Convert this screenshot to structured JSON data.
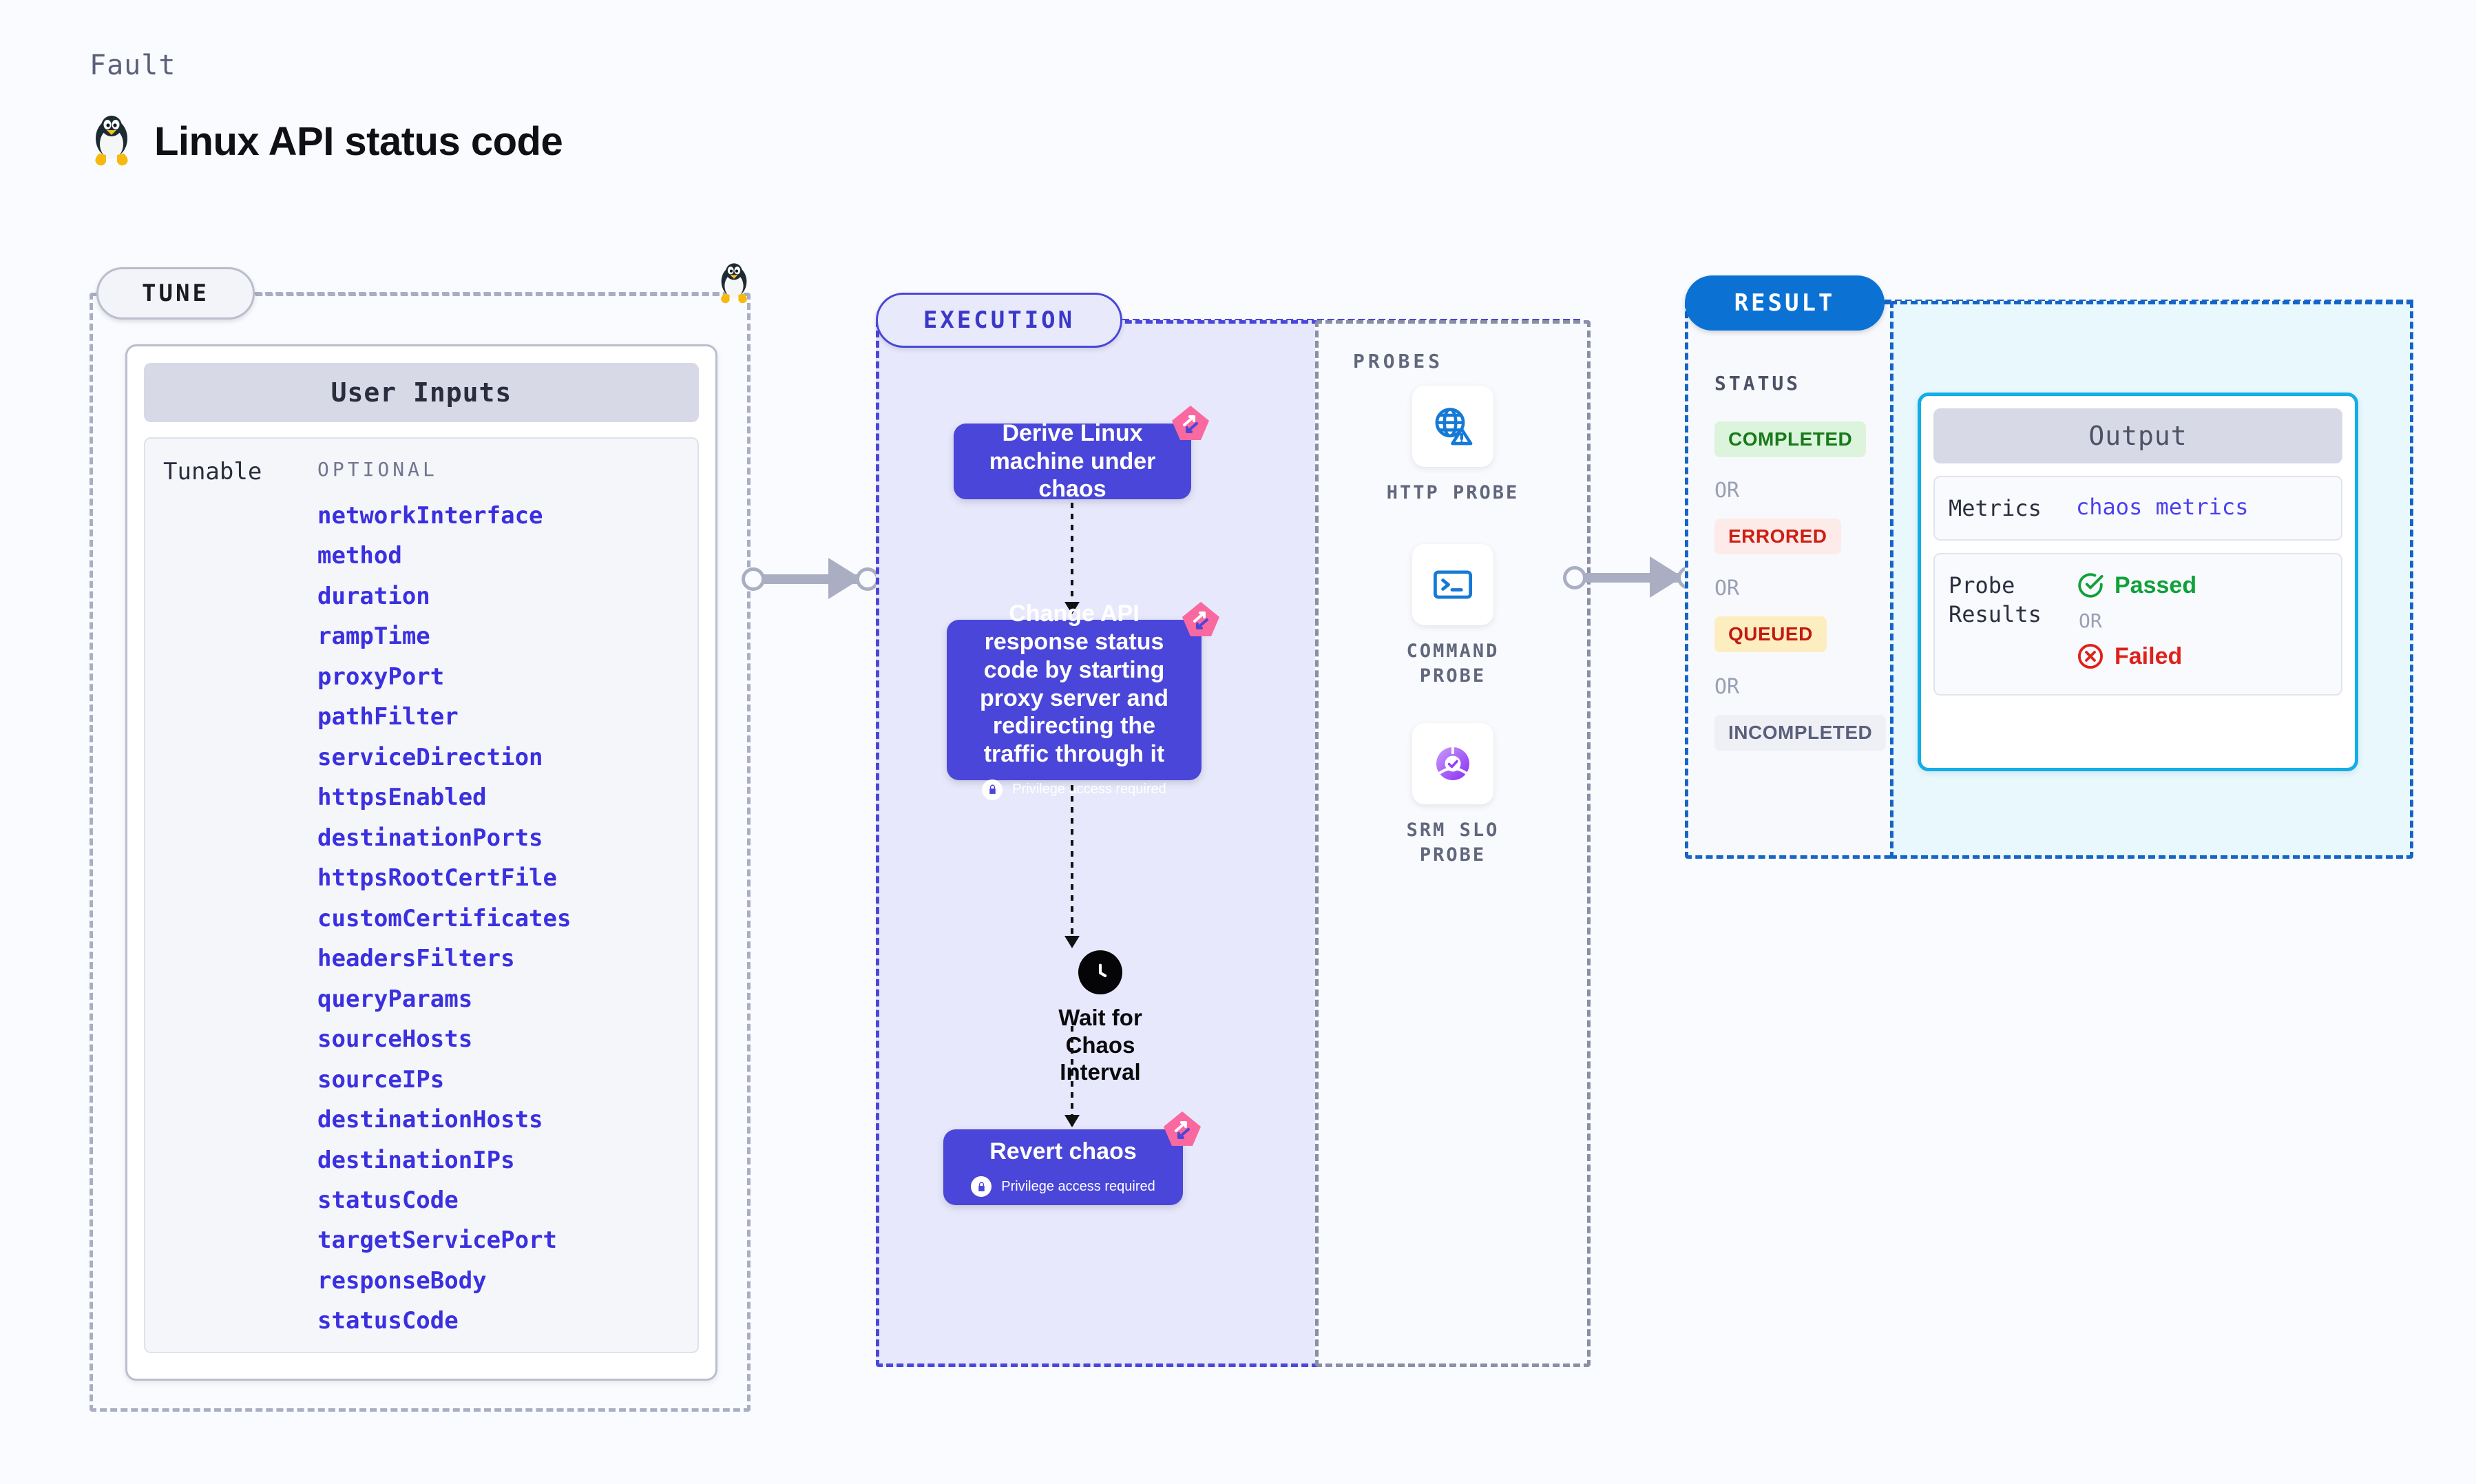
{
  "header": {
    "kicker": "Fault",
    "title": "Linux API status code",
    "os_icon": "linux-penguin-icon"
  },
  "tune": {
    "badge": "TUNE",
    "card_title": "User Inputs",
    "group_label": "Tunable",
    "optional_label": "OPTIONAL",
    "items": [
      "networkInterface",
      "method",
      "duration",
      "rampTime",
      "proxyPort",
      "pathFilter",
      "serviceDirection",
      "httpsEnabled",
      "destinationPorts",
      "httpsRootCertFile",
      "customCertificates",
      "headersFilters",
      "queryParams",
      "sourceHosts",
      "sourceIPs",
      "destinationHosts",
      "destinationIPs",
      "statusCode",
      "targetServicePort",
      "responseBody",
      "statusCode"
    ]
  },
  "execution": {
    "badge": "EXECUTION",
    "privilege_note": "Privilege access required",
    "nodes": [
      {
        "id": "derive",
        "text": "Derive Linux machine under chaos",
        "privilege": false,
        "chaos_badge": "chaos-badge-icon"
      },
      {
        "id": "change",
        "text": "Change API response status code by starting proxy server and redirecting the traffic through it",
        "privilege": true,
        "chaos_badge": "chaos-badge-icon"
      },
      {
        "id": "wait",
        "text": "Wait for Chaos Interval",
        "privilege": false,
        "icon": "clock-icon"
      },
      {
        "id": "revert",
        "text": "Revert chaos",
        "privilege": true,
        "chaos_badge": "chaos-badge-icon"
      }
    ]
  },
  "probes": {
    "title": "PROBES",
    "items": [
      {
        "label": "HTTP PROBE",
        "icon": "globe-warning-icon"
      },
      {
        "label": "COMMAND PROBE",
        "icon": "terminal-icon"
      },
      {
        "label": "SRM SLO PROBE",
        "icon": "slo-donut-check-icon"
      }
    ]
  },
  "result": {
    "badge": "RESULT",
    "status_title": "STATUS",
    "or_label": "OR",
    "statuses": [
      {
        "label": "COMPLETED",
        "bg": "#ddf4dc",
        "fg": "#177a1c"
      },
      {
        "label": "ERRORED",
        "bg": "#fcebe9",
        "fg": "#cc1f13"
      },
      {
        "label": "QUEUED",
        "bg": "#fdeec2",
        "fg": "#c41a0f"
      },
      {
        "label": "INCOMPLETED",
        "bg": "#eff0f6",
        "fg": "#5a5f7a"
      }
    ],
    "output": {
      "title": "Output",
      "metrics_key": "Metrics",
      "metrics_value": "chaos metrics",
      "probe_results_key": "Probe Results",
      "passed_label": "Passed",
      "failed_label": "Failed",
      "or_label": "OR"
    }
  },
  "colors": {
    "page_bg": "#fafbfe",
    "accent_purple": "#4a46d9",
    "accent_blue": "#0b72d3",
    "accent_cyan": "#12aee8",
    "chaos_pink": "#f9699f",
    "grey_dash": "#a9aec2",
    "link_blue": "#3b30e0",
    "pass_green": "#10a13a",
    "fail_red": "#e0201a"
  }
}
